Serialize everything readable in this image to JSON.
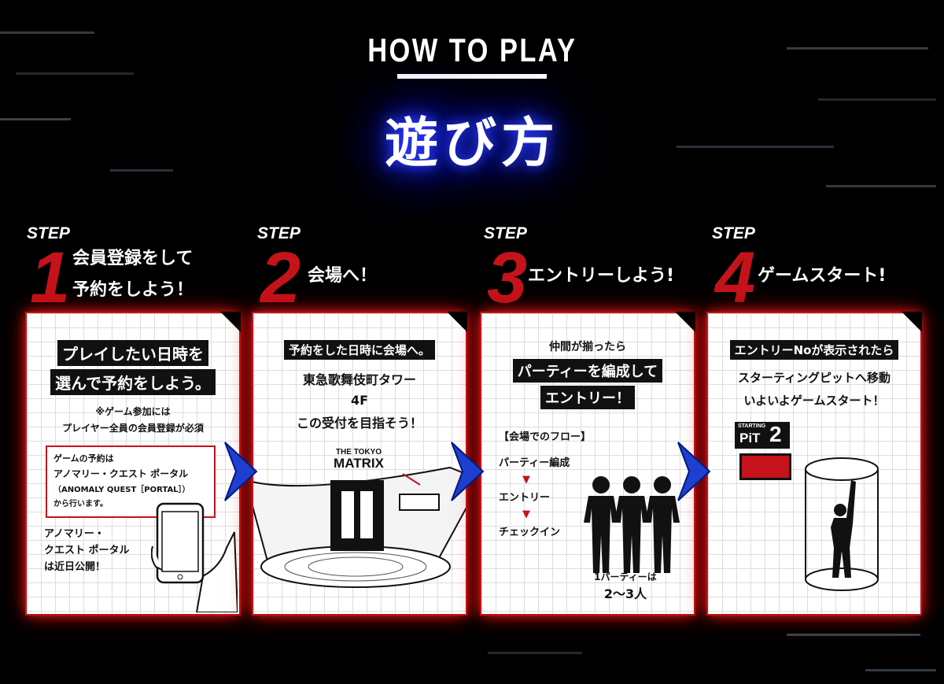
{
  "header": {
    "eyebrow": "HOW TO PLAY",
    "title": "遊び方"
  },
  "colors": {
    "accent_red": "#c4131a",
    "glow_blue": "#2233ff",
    "background": "#000000"
  },
  "steps": [
    {
      "word": "STEP",
      "number": "1",
      "title_lines": [
        "会員登録をして",
        "予約をしよう！"
      ],
      "card": {
        "headline": [
          "プレイしたい日時を",
          "選んで予約をしよう。"
        ],
        "note": [
          "※ゲーム参加には",
          "プレイヤー全員の会員登録が必須"
        ],
        "box": {
          "line1": "ゲームの予約は",
          "line2": "アノマリー・クエスト ポータル",
          "line3": "（ANOMALY QUEST［PORTAL］）",
          "line4": "から行います。"
        },
        "footer": [
          "アノマリー・",
          "クエスト ポータル",
          "は近日公開！"
        ]
      }
    },
    {
      "word": "STEP",
      "number": "2",
      "title_lines": [
        "会場へ！"
      ],
      "card": {
        "headline": "予約をした日時に会場へ。",
        "lines": [
          "東急歌舞伎町タワー",
          "4F",
          "この受付を目指そう！"
        ],
        "sign": [
          "THE TOKYO",
          "MATRIX"
        ]
      }
    },
    {
      "word": "STEP",
      "number": "3",
      "title_lines": [
        "エントリーしよう!"
      ],
      "card": {
        "intro": "仲間が揃ったら",
        "headline": [
          "パーティーを編成して",
          "エントリー！"
        ],
        "flow_title": "【会場でのフロー】",
        "flow": [
          "パーティー編成",
          "エントリー",
          "チェックイン"
        ],
        "party_note": [
          "1パーティーは",
          "2〜3人"
        ]
      }
    },
    {
      "word": "STEP",
      "number": "4",
      "title_lines": [
        "ゲームスタート!"
      ],
      "card": {
        "headline": "エントリーNoが表示されたら",
        "lines": [
          "スターティングピットへ移動",
          "いよいよゲームスタート！"
        ],
        "sign": {
          "small": "STARTING",
          "big": "PiT",
          "num": "2"
        }
      }
    }
  ],
  "icons": [
    "next-arrow-icon",
    "smartphone-icon",
    "hand-icon",
    "down-arrow-icon",
    "people-icon",
    "player-icon"
  ]
}
